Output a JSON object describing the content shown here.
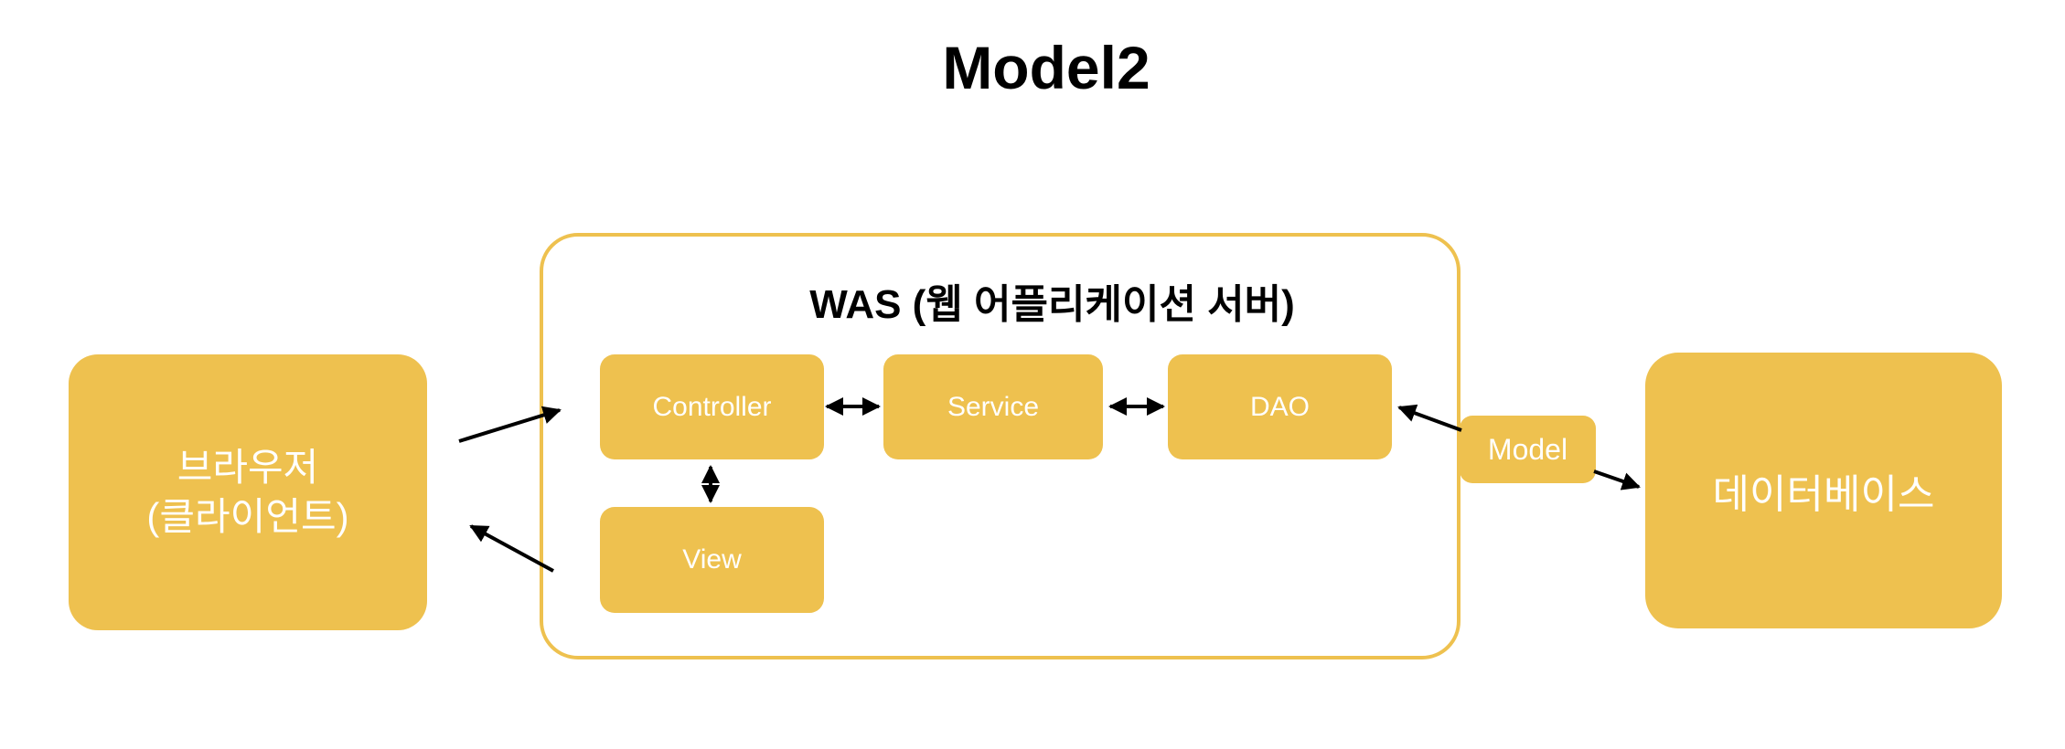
{
  "title": "Model2",
  "colors": {
    "accent": "#EEC14F",
    "node_text": "#FFFFFF",
    "title_text": "#000000",
    "arrow": "#000000",
    "background": "#FFFFFF"
  },
  "nodes": {
    "browser": {
      "line1": "브라우저",
      "line2": "(클라이언트)"
    },
    "was": {
      "label": "WAS (웹 어플리케이션 서버)"
    },
    "controller": {
      "label": "Controller"
    },
    "service": {
      "label": "Service"
    },
    "dao": {
      "label": "DAO"
    },
    "view": {
      "label": "View"
    },
    "model": {
      "label": "Model"
    },
    "database": {
      "label": "데이터베이스"
    }
  },
  "edges": [
    {
      "id": "browser-to-controller",
      "from": "browser",
      "to": "was-controller",
      "arrowheads": "end"
    },
    {
      "id": "view-to-browser",
      "from": "was-view",
      "to": "browser",
      "arrowheads": "end"
    },
    {
      "id": "controller-service",
      "from": "controller",
      "to": "service",
      "arrowheads": "both"
    },
    {
      "id": "service-dao",
      "from": "service",
      "to": "dao",
      "arrowheads": "both"
    },
    {
      "id": "controller-view",
      "from": "controller",
      "to": "view",
      "arrowheads": "both"
    },
    {
      "id": "model-to-dao",
      "from": "model",
      "to": "dao",
      "arrowheads": "end"
    },
    {
      "id": "model-to-database",
      "from": "model",
      "to": "database",
      "arrowheads": "end"
    }
  ]
}
